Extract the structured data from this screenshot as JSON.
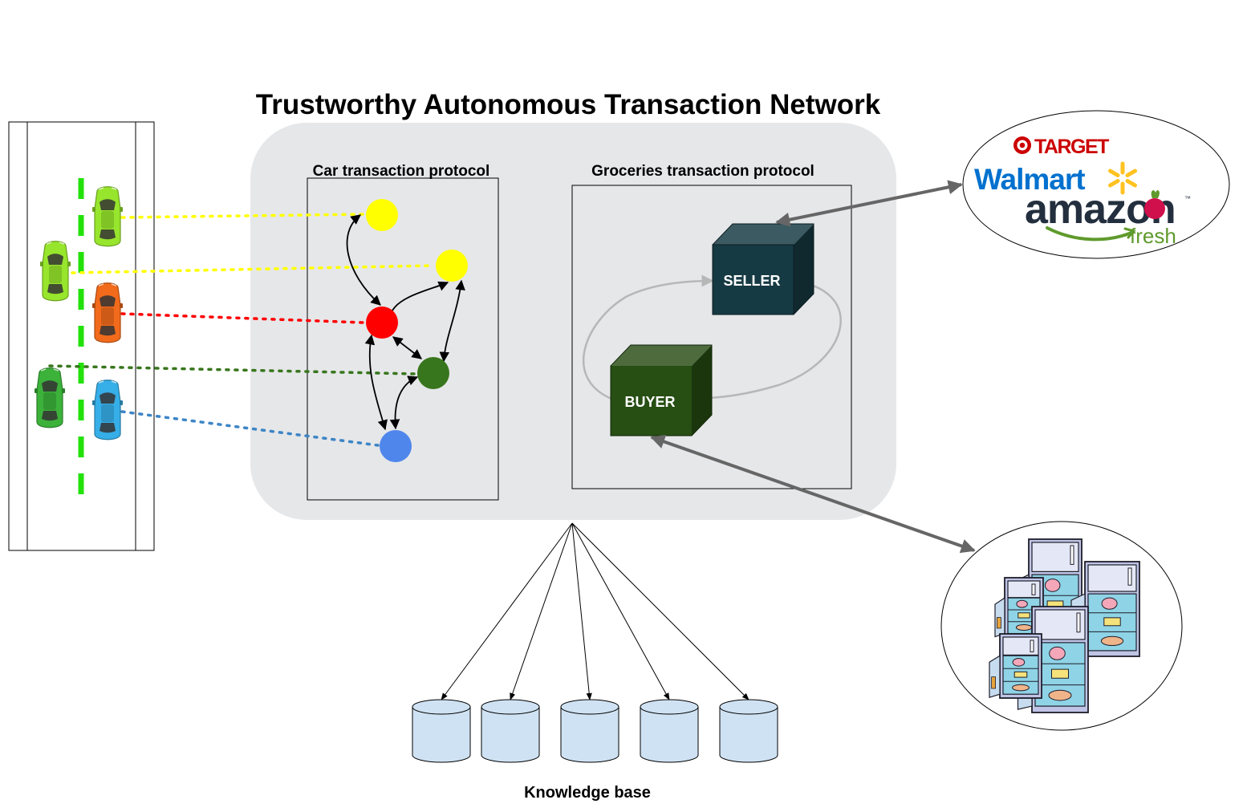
{
  "title": "Trustworthy Autonomous Transaction Network",
  "car_panel": {
    "label": "Car transaction protocol"
  },
  "groceries_panel": {
    "label": "Groceries transaction protocol",
    "seller_label": "SELLER",
    "buyer_label": "BUYER"
  },
  "retailers": {
    "target": "TARGET",
    "walmart": "Walmart",
    "amazon": "amazon",
    "fresh": "fresh",
    "trademark": "™"
  },
  "knowledge_base": {
    "label": "Knowledge base",
    "count": 5
  },
  "cars": [
    {
      "name": "car-lime-1",
      "color": "#97e52c"
    },
    {
      "name": "car-lime-2",
      "color": "#97e52c"
    },
    {
      "name": "car-orange",
      "color": "#f26a1b"
    },
    {
      "name": "car-green",
      "color": "#3cb23a"
    },
    {
      "name": "car-blue",
      "color": "#36aee8"
    }
  ],
  "nodes": [
    {
      "name": "yellow-node-1",
      "color": "#ffff00"
    },
    {
      "name": "yellow-node-2",
      "color": "#ffff00"
    },
    {
      "name": "red-node",
      "color": "#ff0000"
    },
    {
      "name": "green-node",
      "color": "#38761d"
    },
    {
      "name": "blue-node",
      "color": "#4f86ec"
    }
  ],
  "colors": {
    "network_bg": "#e6e7e9",
    "seller_cube": "#163a43",
    "buyer_cube": "#274e13",
    "dashed_lane": "#22e20a",
    "cylinder_fill": "#cfe2f3",
    "double_arrow": "#666666"
  }
}
